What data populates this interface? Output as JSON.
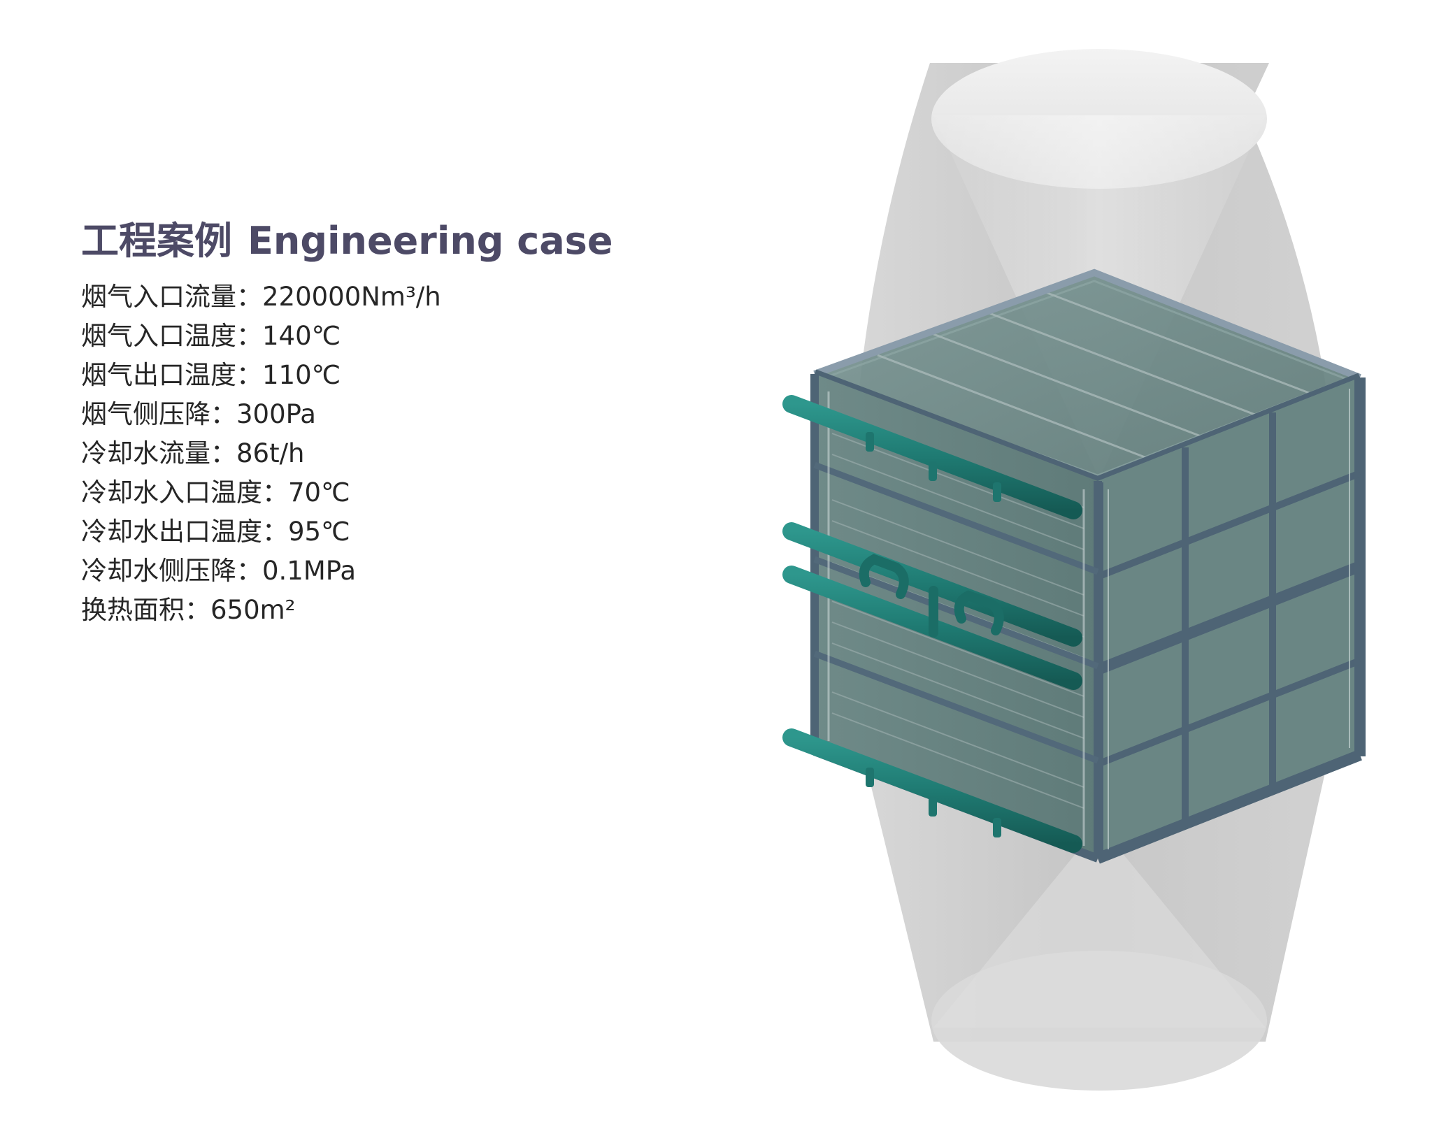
{
  "heading": {
    "zh": "工程案例",
    "en": "Engineering case",
    "color": "#4d4a66"
  },
  "specs": [
    {
      "label": "烟气入口流量",
      "sep": "：",
      "value": "220000Nm³/h"
    },
    {
      "label": "烟气入口温度",
      "sep": "：",
      "value": "140℃"
    },
    {
      "label": "烟气出口温度",
      "sep": "：",
      "value": "110℃"
    },
    {
      "label": "烟气侧压降",
      "sep": "：",
      "value": "300Pa"
    },
    {
      "label": "冷却水流量",
      "sep": "：",
      "value": "86t/h"
    },
    {
      "label": "冷却水入口温度",
      "sep": "：",
      "value": "70℃"
    },
    {
      "label": "冷却水出口温度",
      "sep": "：",
      "value": "95℃"
    },
    {
      "label": "冷却水侧压降",
      "sep": "：",
      "value": "0.1MPa"
    },
    {
      "label": "换热面积",
      "sep": "：",
      "value": "650m²"
    }
  ],
  "illustration": {
    "icon": "heat-exchanger-icon",
    "colors": {
      "duct": "#c7c7c7",
      "frame": "#4e6475",
      "fin_panel": "#6b8886",
      "pipe": "#1f7a72"
    }
  }
}
